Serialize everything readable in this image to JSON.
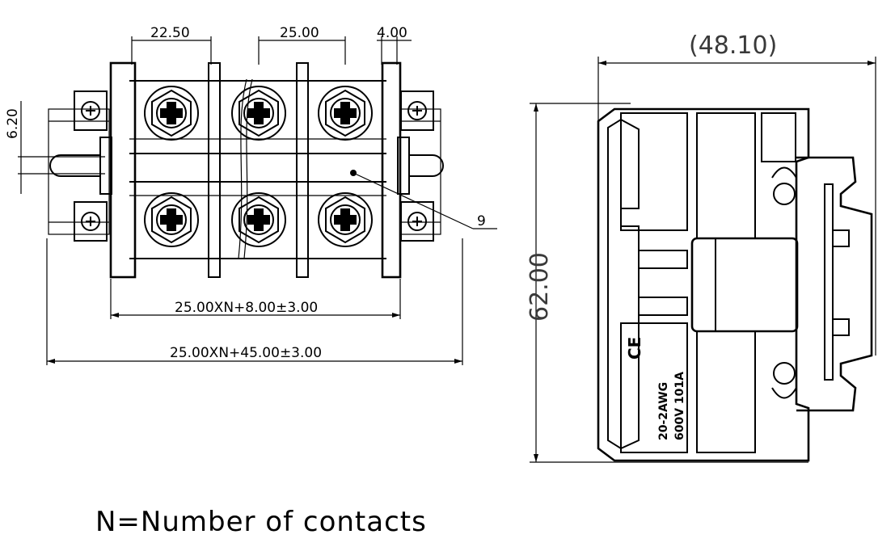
{
  "front_view": {
    "dim_pitch_left": "22.50",
    "dim_pitch_center": "25.00",
    "dim_right_small": "4.00",
    "dim_slot": "6.20",
    "callout": "9",
    "dim_inner_length": "25.00XN+8.00±3.00",
    "dim_overall_length": "25.00XN+45.00±3.00"
  },
  "side_view": {
    "dim_width": "(48.10)",
    "dim_height": "62.00",
    "ce_mark": "CE",
    "rating_wire": "20-2AWG",
    "rating_elec": "600V 101A"
  },
  "footnote": "N=Number of contacts"
}
